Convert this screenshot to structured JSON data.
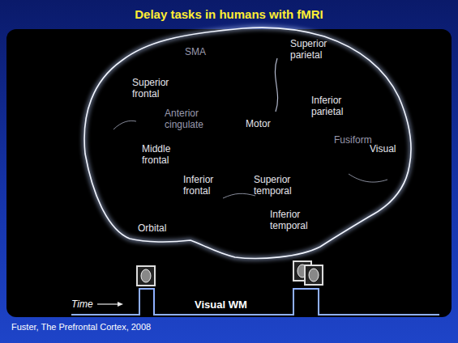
{
  "diagram": {
    "title": "Delay tasks in humans with fMRI",
    "caption": "Fuster, The Prefrontal Cortex, 2008",
    "labels": [
      "Superior frontal",
      "SMA",
      "Anterior cingulate",
      "Superior parietal",
      "Inferior parietal",
      "Middle frontal",
      "Motor",
      "Inferior frontal",
      "Superior temporal",
      "Fusiform",
      "Visual",
      "Inferior temporal",
      "Orbital",
      "Time",
      "Visual WM"
    ]
  }
}
